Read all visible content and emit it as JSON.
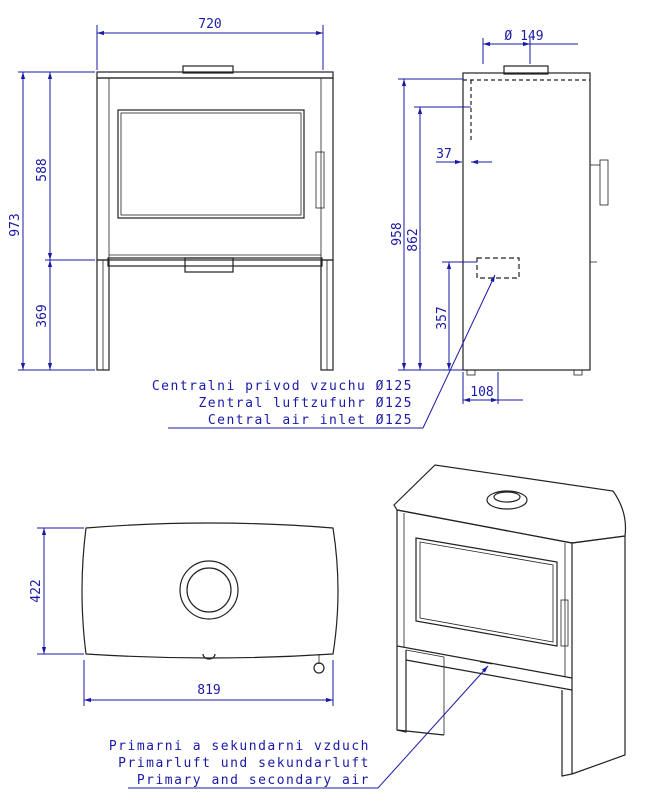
{
  "dimensions": {
    "front_width": "720",
    "front_height": "973",
    "front_upper": "588",
    "front_lower": "369",
    "side_height": "958",
    "side_inlet": "862",
    "side_offset": "37",
    "side_pipe": "Ø 149",
    "side_inlet_height": "357",
    "side_inlet_depth": "108",
    "top_depth": "422",
    "top_width": "819"
  },
  "notes": {
    "central_inlet": [
      "Centralni privod vzuchu Ø125",
      "Zentral luftzufuhr Ø125",
      "Central air inlet Ø125"
    ],
    "primary_air": [
      "Primarni a sekundarni vzduch",
      "Primarluft und sekundarluft",
      "Primary and secondary air"
    ]
  },
  "colors": {
    "dimension": "#1a1aa6",
    "outline": "#222222"
  }
}
